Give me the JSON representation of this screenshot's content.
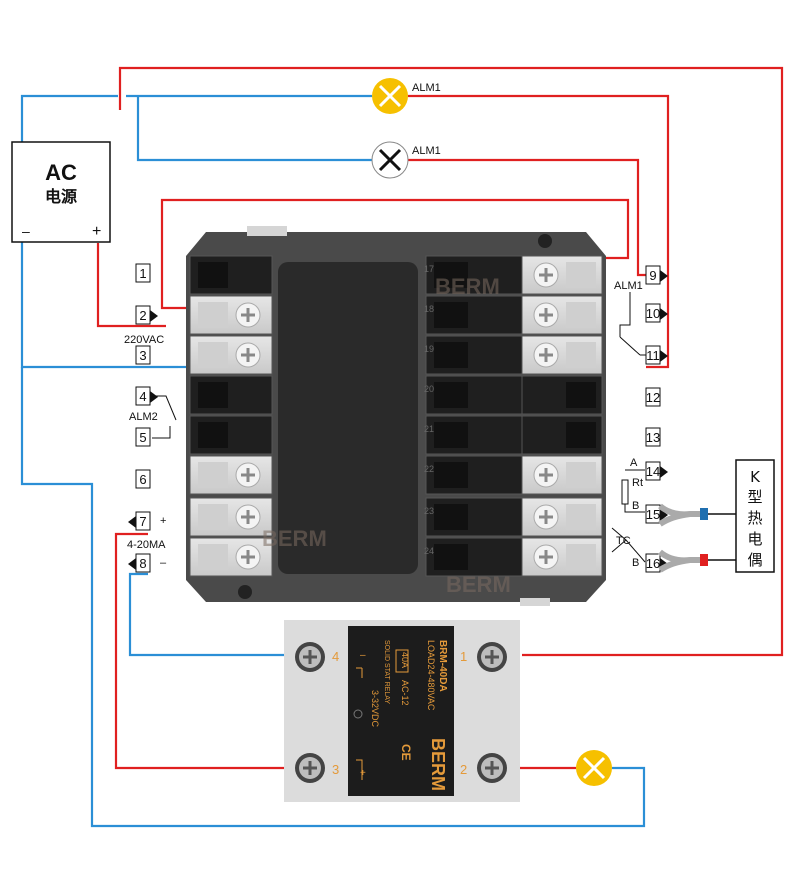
{
  "power_supply": {
    "title": "AC",
    "subtitle": "电源",
    "minus": "–",
    "plus": "+"
  },
  "alarm_lamp": {
    "label": "ALM1"
  },
  "alarm_lamp_off": {
    "label": "ALM1"
  },
  "controller": {
    "brand": "BERM",
    "left_terminals": [
      "1",
      "2",
      "3",
      "4",
      "5",
      "6",
      "7",
      "8"
    ],
    "right_terminals": [
      "9",
      "10",
      "11",
      "12",
      "13",
      "14",
      "15",
      "16"
    ],
    "right_inner": [
      "17",
      "18",
      "19",
      "20",
      "21",
      "22",
      "23",
      "24"
    ],
    "label_220": "220VAC",
    "label_alm2": "ALM2",
    "label_420": "4-20MA",
    "label_alm1": "ALM1",
    "label_a": "A",
    "label_rt": "Rt",
    "label_b1": "B",
    "label_b2": "B",
    "label_tc": "TC",
    "plus7": "+",
    "minus8": "–"
  },
  "thermocouple": {
    "chars": [
      "K",
      "型",
      "热",
      "电",
      "偶"
    ]
  },
  "ssr": {
    "model": "BRM-40DA",
    "load": "LOAD24-480VAC",
    "current": "40A",
    "ac": "AC-12",
    "type": "SOLID STAT RELAY",
    "input": "3-32VDC",
    "brand": "BERM",
    "ce": "CE",
    "t1": "1",
    "t2": "2",
    "t3": "3",
    "t4": "4",
    "minus": "–",
    "plus": "+"
  },
  "colors": {
    "red": "#e02020",
    "blue": "#2b8fd6",
    "body": "#4a4a4a",
    "lamp": "#f6c000"
  }
}
